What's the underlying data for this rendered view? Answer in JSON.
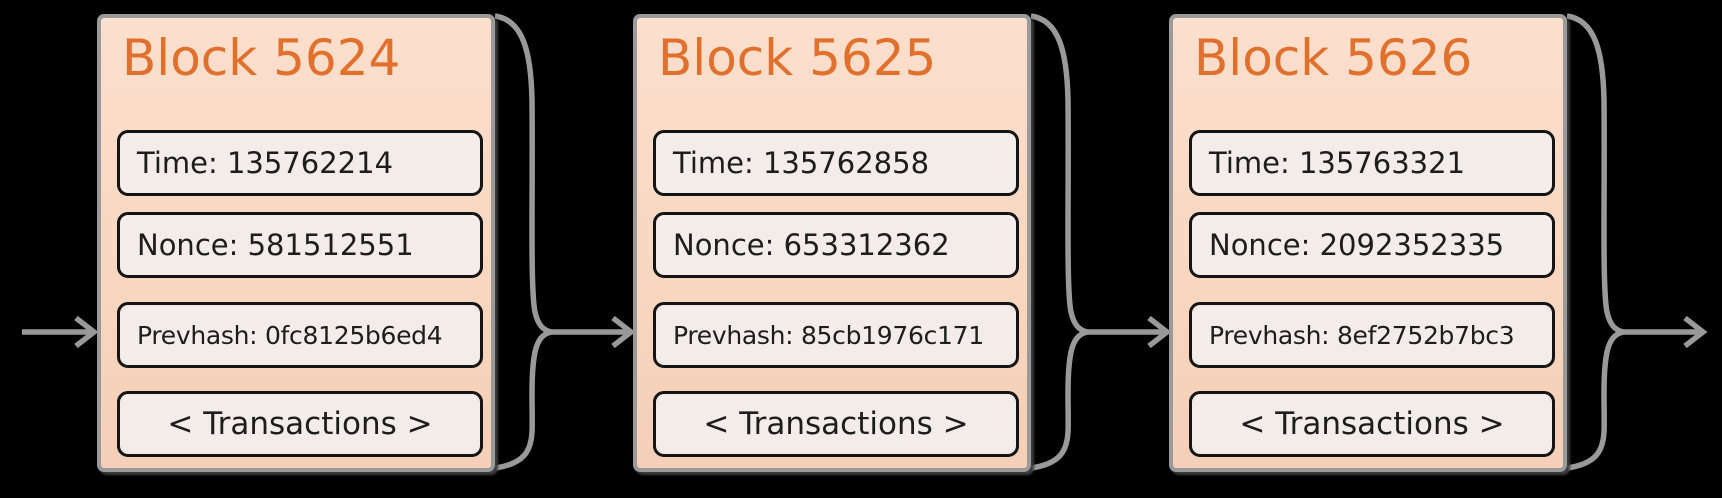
{
  "diagram": {
    "kind": "blockchain-chain-diagram",
    "colors": {
      "background": "#000000",
      "block_fill": "#f8d7c1",
      "block_border": "#9a9a9a",
      "field_fill": "#f3ece9",
      "field_border": "#141414",
      "title_orange": "#e2702d",
      "connector_gray": "#999999",
      "field_text": "#1d1d1d"
    }
  },
  "blocks": [
    {
      "title": "Block 5624",
      "time": "Time: 135762214",
      "nonce": "Nonce: 581512551",
      "prevhash": "Prevhash: 0fc8125b6ed4",
      "transactions": "< Transactions >"
    },
    {
      "title": "Block 5625",
      "time": "Time: 135762858",
      "nonce": "Nonce: 653312362",
      "prevhash": "Prevhash: 85cb1976c171",
      "transactions": "< Transactions >"
    },
    {
      "title": "Block 5626",
      "time": "Time: 135763321",
      "nonce": "Nonce: 2092352335",
      "prevhash": "Prevhash: 8ef2752b7bc3",
      "transactions": "< Transactions >"
    }
  ]
}
